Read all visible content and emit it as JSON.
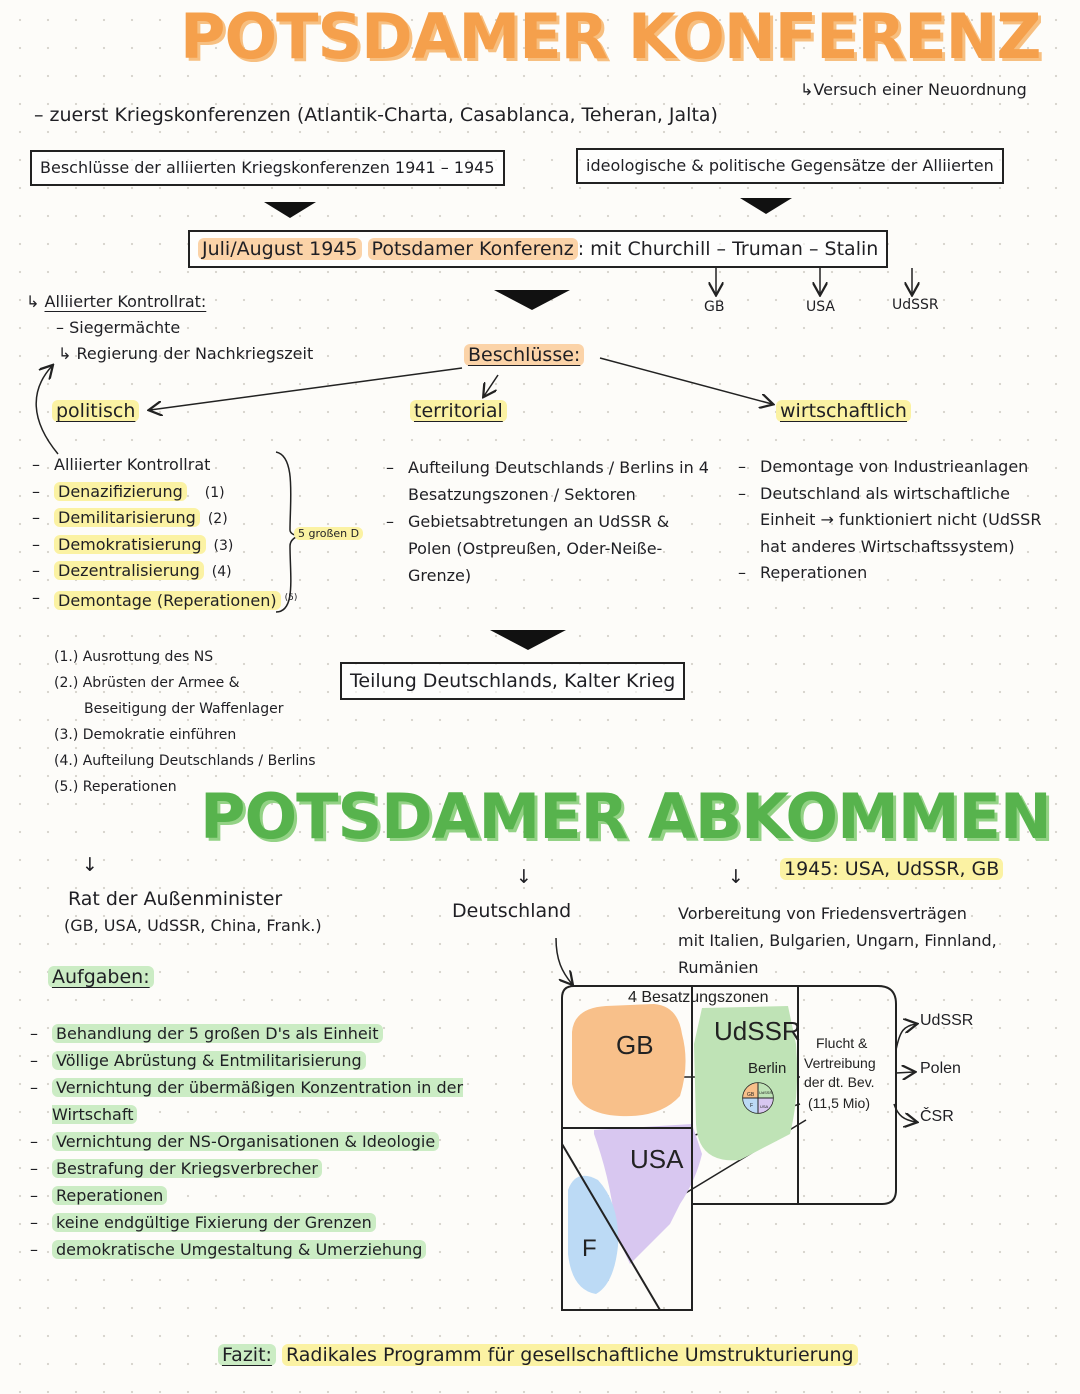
{
  "title_top": "POTSDAMER KONFERENZ",
  "note_top": "↳Versuch einer Neuordnung",
  "intro": {
    "prefix": "– ",
    "text": "zuerst Kriegskonferenzen (Atlantik-Charta, Casablanca, Teheran, Jalta)"
  },
  "box_left": "Beschlüsse der alliierten Kriegskonferenzen 1941 – 1945",
  "box_right": "ideologische & politische Gegensätze der Alliierten",
  "main_box": {
    "date": "Juli/August 1945",
    "name": "Potsdamer Konferenz",
    "colon": ":",
    "with": "mit Churchill – Truman – Stalin"
  },
  "countries": [
    "GB",
    "USA",
    "UdSSR"
  ],
  "kontrollrat": {
    "arrow": "↳",
    "label": "Alliierter Kontrollrat:",
    "line1": "– Siegermächte",
    "line2": "↳ Regierung der Nachkriegszeit"
  },
  "beschluesse": "Beschlüsse:",
  "headings": {
    "politisch": "politisch",
    "territorial": "territorial",
    "wirtschaftlich": "wirtschaftlich"
  },
  "politisch_items": [
    {
      "text": "Alliierter Kontrollrat",
      "num": ""
    },
    {
      "text": "Denazifizierung",
      "num": "(1)"
    },
    {
      "text": "Demilitarisierung",
      "num": "(2)"
    },
    {
      "text": "Demokratisierung",
      "num": "(3)"
    },
    {
      "text": "Dezentralisierung",
      "num": "(4)"
    },
    {
      "text": "Demontage (Reperationen)",
      "num": "(5)"
    }
  ],
  "five_d_label": "5 großen D",
  "territorial_items": [
    "Aufteilung Deutschlands / Berlins in 4 Besatzungszonen / Sektoren",
    "Gebietsabtretungen an UdSSR & Polen (Ostpreußen, Oder-Neiße-Grenze)"
  ],
  "wirtschaft_items": [
    "Demontage von Industrieanlagen",
    "Deutschland als wirtschaftliche Einheit → funktioniert nicht (UdSSR hat anderes Wirtschaftssystem)",
    "Reperationen"
  ],
  "footnotes": [
    "(1.) Ausrottung des NS",
    "(2.) Abrüsten der Armee &",
    "Beseitigung der Waffenlager",
    "(3.) Demokratie einführen",
    "(4.) Aufteilung Deutschlands / Berlins",
    "(5.) Reperationen"
  ],
  "teilung_box": "Teilung Deutschlands, Kalter Krieg",
  "title_bottom": "POTSDAMER ABKOMMEN",
  "down_arrow": "↓",
  "abkommen_year": "1945: USA, UdSSR, GB",
  "rat": {
    "line1": "Rat der Außenminister",
    "line2": "(GB, USA, UdSSR, China, Frank.)"
  },
  "deutschland": "Deutschland",
  "vorbereitung": {
    "line1": "Vorbereitung von Friedensverträgen",
    "line2": "mit Italien, Bulgarien, Ungarn, Finnland,",
    "line3": "Rumänien"
  },
  "aufgaben_label": "Aufgaben:",
  "aufgaben_items": [
    "Behandlung der 5 großen D's als Einheit",
    "Völlige Abrüstung & Entmilitarisierung",
    "Vernichtung der übermäßigen Konzentration in der Wirtschaft",
    "Vernichtung der NS-Organisationen & Ideologie",
    "Bestrafung der Kriegsverbrecher",
    "Reperationen",
    "keine endgültige Fixierung der Grenzen",
    "demokratische Umgestaltung & Umerziehung"
  ],
  "map": {
    "header": "4 Besatzungszonen",
    "gb": "GB",
    "udssr": "UdSSR",
    "usa": "USA",
    "f": "F",
    "berlin": "Berlin",
    "berlin_sectors": [
      "GB",
      "F",
      "UdSSR",
      "USA"
    ],
    "flucht": [
      "Flucht &",
      "Vertreibung",
      "der dt. Bev.",
      "(11,5 Mio)"
    ],
    "targets": [
      "UdSSR",
      "Polen",
      "ČSR"
    ]
  },
  "fazit": {
    "label": "Fazit:",
    "text": "Radikales Programm für gesellschaftliche Umstrukturierung"
  },
  "colors": {
    "orange": "#f5a04c",
    "green": "#57b34d",
    "gb_zone": "#f8c08a",
    "udssr_zone": "#bfe3b6",
    "usa_zone": "#d8c7f0",
    "f_zone": "#bcdaf5"
  }
}
